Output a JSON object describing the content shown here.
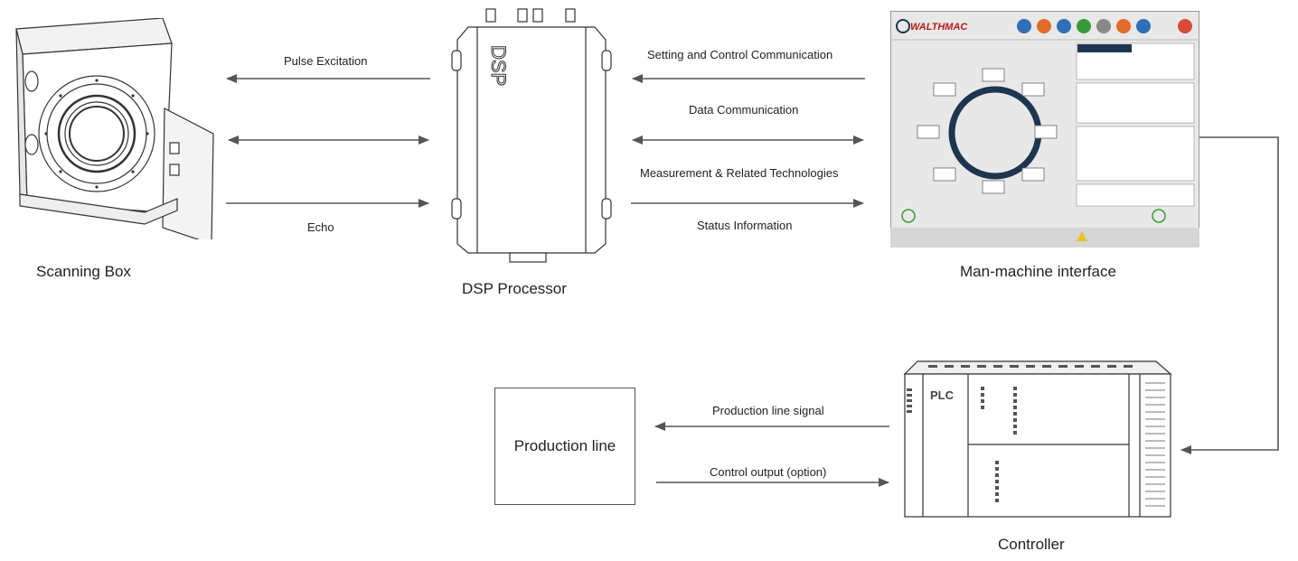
{
  "components": {
    "scanning_box": "Scanning Box",
    "dsp_processor": "DSP Processor",
    "hmi": "Man-machine interface",
    "controller": "Controller",
    "production_line": "Production line"
  },
  "device_text": {
    "dsp_label": "DSP",
    "plc_label": "PLC",
    "hmi_brand": "WALTHMAC"
  },
  "flows": {
    "pulse_excitation": "Pulse Excitation",
    "echo": "Echo",
    "setting_control": "Setting and Control Communication",
    "data_comm": "Data Communication",
    "measurement": "Measurement & Related Technologies",
    "status_info": "Status Information",
    "production_signal": "Production line signal",
    "control_output": "Control output (option)"
  },
  "colors": {
    "arrow": "#555555",
    "hmi_bg": "#e8e8e8",
    "hmi_ring": "#1e3550"
  }
}
